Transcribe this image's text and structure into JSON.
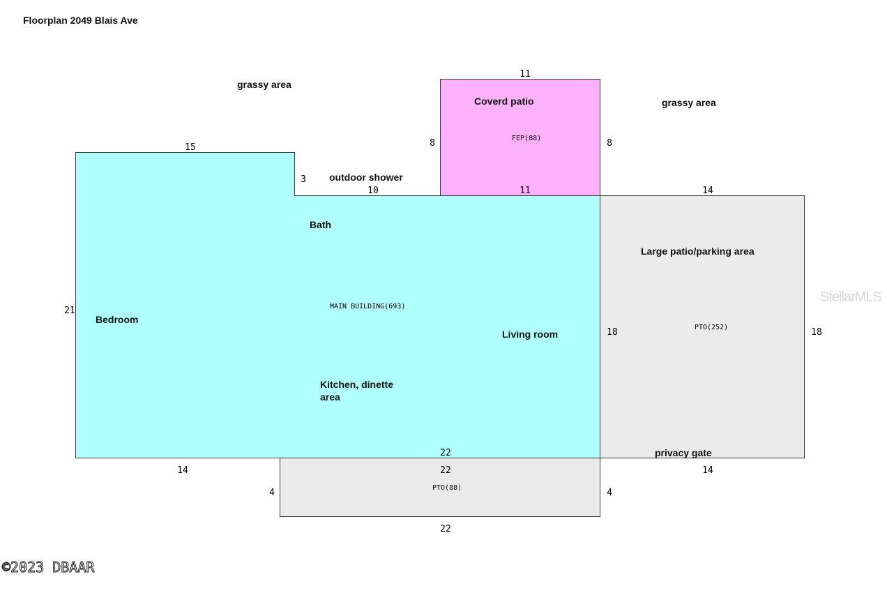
{
  "title": "Floorplan 2049 Blais Ave",
  "colors": {
    "main_building": "#aefffd",
    "covered_patio": "#fdb1fb",
    "pto": "#ebebeb",
    "outline": "#3a3a3a"
  },
  "labels": {
    "grassy_left": "grassy area",
    "grassy_right": "grassy area",
    "covered_patio": "Coverd patio",
    "outdoor_shower": "outdoor shower",
    "bath": "Bath",
    "bedroom": "Bedroom",
    "living_room": "Living room",
    "kitchen_line1": "Kitchen, dinette",
    "kitchen_line2": "area",
    "large_patio": "Large patio/parking area",
    "privacy_gate": "privacy gate"
  },
  "area_codes": {
    "fep": "FEP(88)",
    "main_building": "MAIN BUILDING(693)",
    "pto_right": "PTO(252)",
    "pto_bottom": "PTO(88)"
  },
  "dimensions": {
    "patio_top": "11",
    "patio_left": "8",
    "patio_right": "8",
    "patio_bottom": "11",
    "main_top_left": "15",
    "main_notch": "3",
    "main_top_mid": "10",
    "main_left": "21",
    "main_bottom_inner": "22",
    "main_bottom_left": "14",
    "right_top": "14",
    "right_left": "18",
    "right_right": "18",
    "right_bottom": "14",
    "bottom_top": "22",
    "bottom_left": "4",
    "bottom_right": "4",
    "bottom_bottom": "22"
  },
  "watermark": "StellarMLS",
  "copyright": "©2023 DBAAR"
}
